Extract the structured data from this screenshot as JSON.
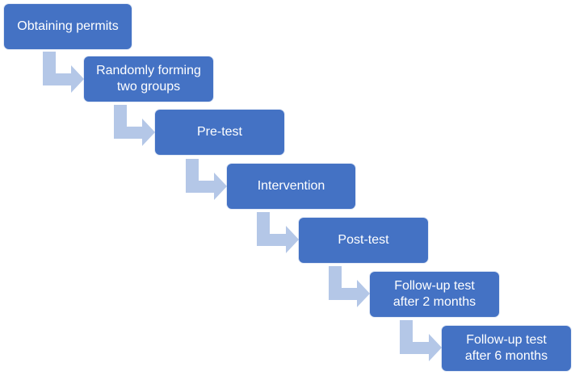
{
  "steps": [
    {
      "label": "Obtaining permits"
    },
    {
      "label": "Randomly forming\ntwo groups"
    },
    {
      "label": "Pre-test"
    },
    {
      "label": "Intervention"
    },
    {
      "label": "Post-test"
    },
    {
      "label": "Follow-up test\nafter 2 months"
    },
    {
      "label": "Follow-up test\nafter 6 months"
    }
  ],
  "colors": {
    "box_fill": "#4472c4",
    "box_text": "#ffffff",
    "connector": "#b4c7e7"
  }
}
